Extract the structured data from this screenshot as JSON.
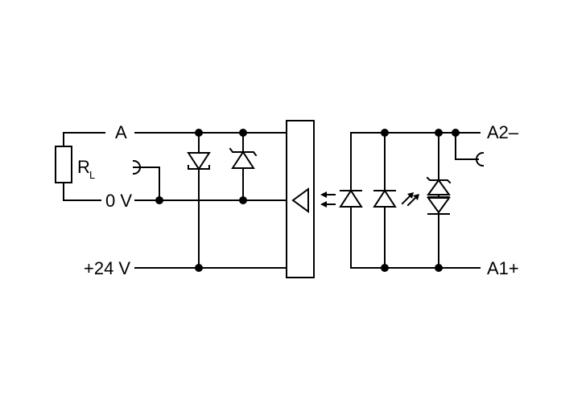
{
  "labels": {
    "a": "A",
    "zero_v": "0 V",
    "plus_24v": "+24 V",
    "a2": "A2–",
    "a1": "A1+",
    "rl_main": "R",
    "rl_sub": "L"
  },
  "colors": {
    "line": "#000000",
    "background": "#ffffff"
  }
}
